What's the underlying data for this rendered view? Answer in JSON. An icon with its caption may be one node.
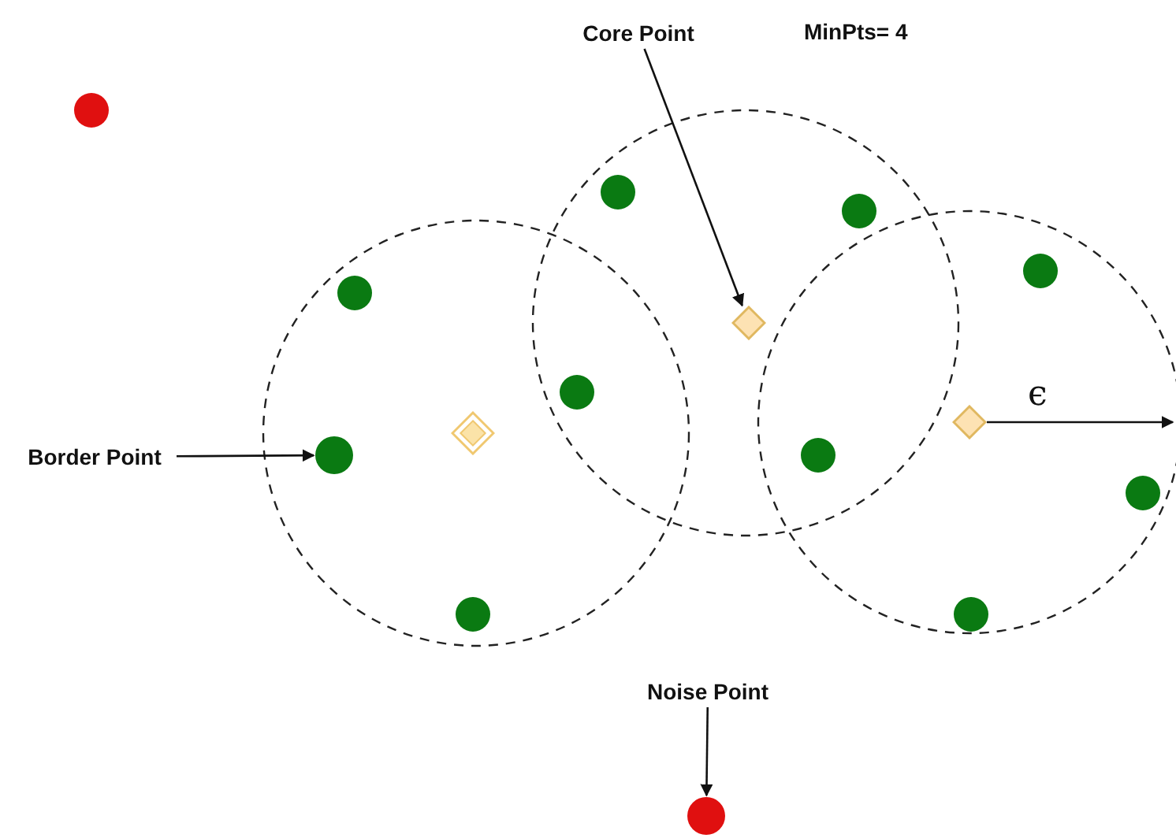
{
  "diagram": {
    "nodes": [
      {
        "text": [
          "Core Point"
        ]
      },
      {
        "text": [],
        "shape": "diamond"
      },
      {
        "text": [
          "Border Point"
        ]
      },
      {
        "text": [],
        "shape": "circle"
      },
      {
        "text": [
          "Noise Point"
        ]
      },
      {
        "text": [],
        "shape": "circle"
      },
      {
        "text": [],
        "shape": "circle"
      },
      {
        "text": [],
        "shape": "circle"
      },
      {
        "text": [],
        "shape": "circle"
      },
      {
        "text": [],
        "shape": "circle"
      },
      {
        "text": [],
        "shape": "circle"
      },
      {
        "text": [],
        "shape": "circle"
      },
      {
        "text": [],
        "shape": "circle"
      },
      {
        "text": [],
        "shape": "circle"
      },
      {
        "text": [],
        "shape": "circle"
      },
      {
        "text": [],
        "shape": "circle"
      },
      {
        "text": [],
        "shape": "diamond"
      },
      {
        "text": [],
        "shape": "diamond"
      }
    ],
    "edges": [
      {
        "from": 0,
        "to": 1,
        "arrow": "to"
      },
      {
        "from": 2,
        "to": 3,
        "arrow": "to"
      },
      {
        "from": 4,
        "to": 5,
        "arrow": "to"
      }
    ],
    "labels": [
      "MinPts= 4",
      "ϵ"
    ]
  }
}
